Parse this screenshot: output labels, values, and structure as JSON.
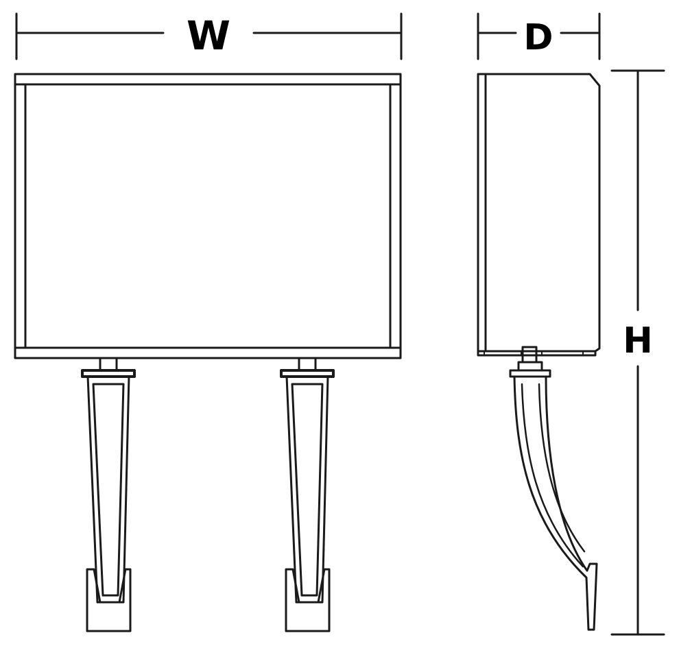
{
  "labels": {
    "width": "W",
    "depth": "D",
    "height": "H"
  },
  "colors": {
    "stroke": "#1a1a1a",
    "background": "#ffffff"
  }
}
